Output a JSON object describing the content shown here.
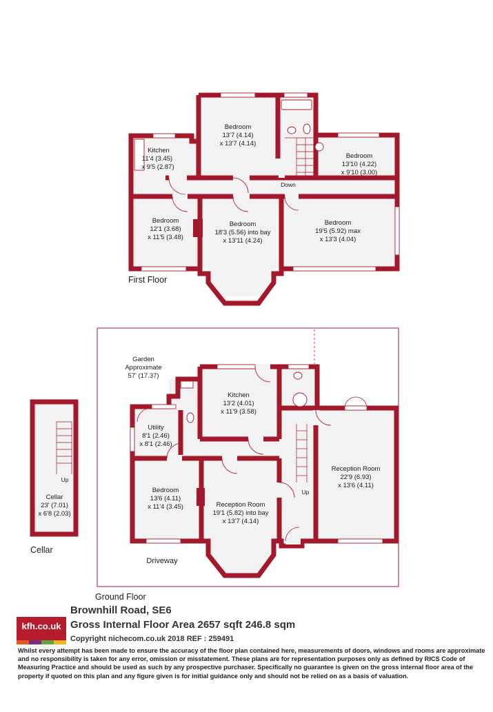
{
  "colors": {
    "wall": "#a3192b",
    "floor": "#f2f2f2",
    "brand": "#b51c2c"
  },
  "first_floor": {
    "label": "First Floor",
    "stair_label": "Down",
    "rooms": [
      {
        "name": "Kitchen",
        "dim1": "11'4 (3.45)",
        "dim2": "x 9'5 (2.87)"
      },
      {
        "name": "Bedroom",
        "dim1": "13'7 (4.14)",
        "dim2": "x 13'7 (4.14)"
      },
      {
        "name": "Bedroom",
        "dim1": "13'10 (4.22)",
        "dim2": "x 9'10 (3.00)"
      },
      {
        "name": "Bedroom",
        "dim1": "12'1 (3.68)",
        "dim2": "x 11'5 (3.48)"
      },
      {
        "name": "Bedroom",
        "dim1": "18'3 (5.56) into bay",
        "dim2": "x 13'11 (4.24)"
      },
      {
        "name": "Bedroom",
        "dim1": "19'5 (5.92) max",
        "dim2": "x 13'3 (4.04)"
      }
    ]
  },
  "ground_floor": {
    "label": "Ground Floor",
    "garden": {
      "line1": "Garden",
      "line2": "Approximate",
      "line3": "57' (17.37)"
    },
    "driveway": "Driveway",
    "stair_label": "Up",
    "rooms": [
      {
        "name": "Kitchen",
        "dim1": "13'2 (4.01)",
        "dim2": "x 11'9 (3.58)"
      },
      {
        "name": "Utility",
        "dim1": "8'1 (2.46)",
        "dim2": "x 8'1 (2.46)"
      },
      {
        "name": "Reception Room",
        "dim1": "22'9 (6.93)",
        "dim2": "x 13'6 (4.11)"
      },
      {
        "name": "Bedroom",
        "dim1": "13'6 (4.11)",
        "dim2": "x 11'4 (3.45)"
      },
      {
        "name": "Reception Room",
        "dim1": "19'1 (5.82) into bay",
        "dim2": "x 13'7 (4.14)"
      }
    ]
  },
  "cellar": {
    "label": "Cellar",
    "stair_label": "Up",
    "room": {
      "name": "Cellar",
      "dim1": "23' (7.01)",
      "dim2": "x 6'8 (2.03)"
    }
  },
  "footer": {
    "logo_text": "kfh.co.uk",
    "logo_bar_colors": [
      "#e35a1d",
      "#7b2b82",
      "#5fa83c",
      "#f0b51b"
    ],
    "address": "Brownhill Road, SE6",
    "gross_area": "Gross Internal Floor Area 2657 sqft 246.8 sqm",
    "copyright": "Copyright nichecom.co.uk 2018 REF : 259491",
    "disclaimer": "Whilst every attempt has been made to ensure the accuracy of the floor plan contained here, measurements of doors, windows and rooms are approximate and no responsibility is taken for any error, omission or misstatement. These plans are for representation purposes only as defined by RICS Code of Measuring Practice and should be used as such by any prospective purchaser. Specifically no guarantee is given on the gross internal floor area of the property if quoted on this plan and any figure given is for initial guidance only and should not be relied on as a basis of valuation."
  }
}
